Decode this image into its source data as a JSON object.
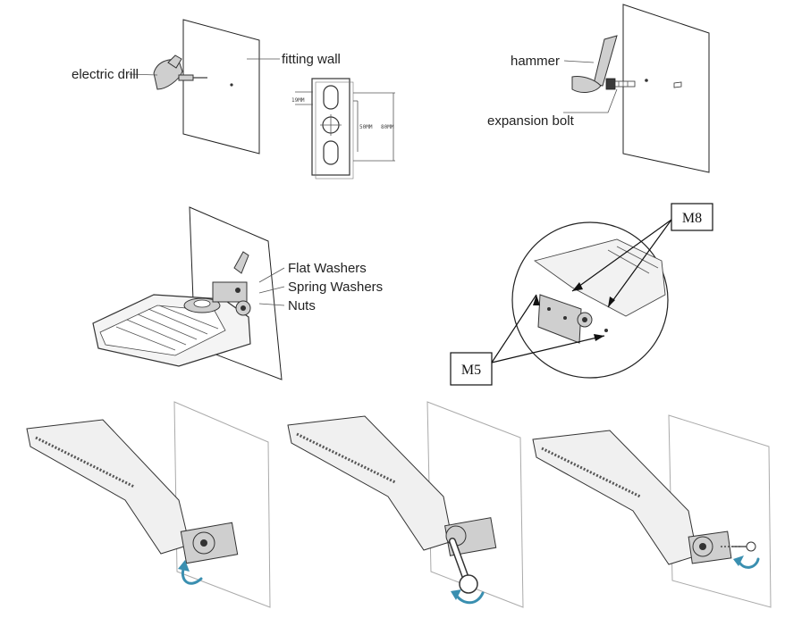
{
  "labels": {
    "electric_drill": "electric drill",
    "fitting_wall": "fitting wall",
    "hammer": "hammer",
    "expansion_bolt": "expansion bolt",
    "flat_washers": "Flat Washers",
    "spring_washers": "Spring Washers",
    "nuts": "Nuts",
    "m8": "M8",
    "m5": "M5"
  },
  "dimensions": {
    "d19": "19MM",
    "d50": "50MM",
    "d80": "80MM"
  },
  "colors": {
    "arrow": "#3a8fb0",
    "line": "#333333"
  }
}
